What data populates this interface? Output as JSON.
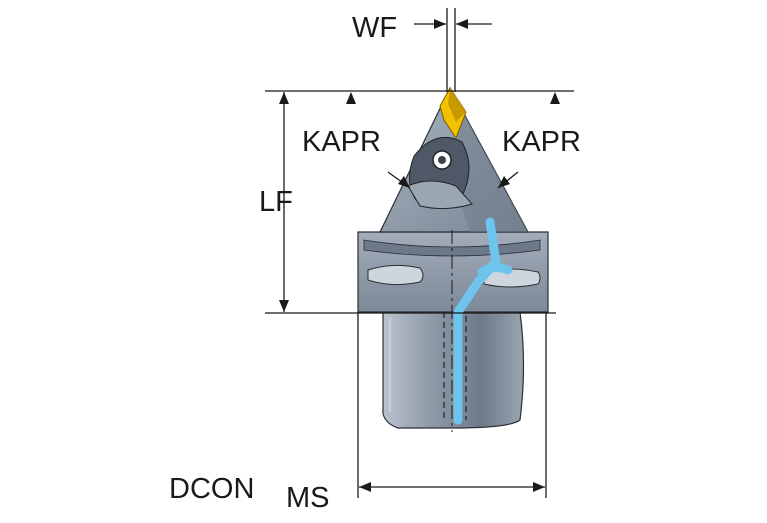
{
  "labels": {
    "wf": "WF",
    "kapr_left": "KAPR",
    "kapr_right": "KAPR",
    "lf": "LF",
    "dcon_main": "DCON",
    "dcon_sub": "MS"
  },
  "colors": {
    "insert": "#f2c200",
    "body_steel": "#8d99a8",
    "body_dark": "#5f6b7a",
    "coolant": "#6ec4ec",
    "line": "#1a1a1a"
  },
  "icons": {
    "arrow": "arrowhead"
  }
}
